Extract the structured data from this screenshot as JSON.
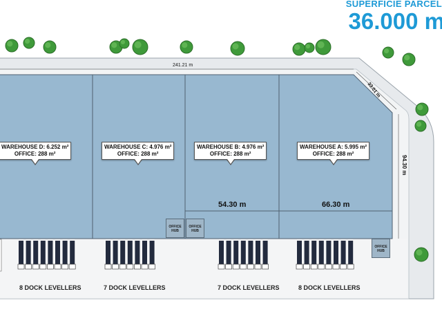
{
  "site_area": {
    "title": "SUPERFICIE PARCEL",
    "value": "36.000 m"
  },
  "dimensions": {
    "top_length": "241.21 m",
    "corner_length": "33.01 m",
    "side_length": "94.30 m",
    "inner_length_b": "54.30 m",
    "inner_length_a": "66.30 m"
  },
  "warehouses": [
    {
      "name_line": "WAREHOUSE D: 6.252 m²",
      "office_line": "OFFICE: 288 m²"
    },
    {
      "name_line": "WAREHOUSE C: 4.976 m²",
      "office_line": "OFFICE: 288 m²"
    },
    {
      "name_line": "WAREHOUSE B: 4.976 m²",
      "office_line": "OFFICE: 288 m²"
    },
    {
      "name_line": "WAREHOUSE A: 5.995 m²",
      "office_line": "OFFICE: 288 m²"
    }
  ],
  "office_hubs": [
    "OFFICE HUB",
    "OFFICE HUB",
    "OFFICE HUB"
  ],
  "dock_groups": [
    {
      "label": "8 DOCK LEVELLERS",
      "count": 8
    },
    {
      "label": "7 DOCK LEVELLERS",
      "count": 7
    },
    {
      "label": "7 DOCK LEVELLERS",
      "count": 7
    },
    {
      "label": "8 DOCK LEVELLERS",
      "count": 8
    }
  ],
  "colors": {
    "building": "#98b8d0",
    "road": "#e9ecef",
    "tree": "#3f9a3a",
    "accent": "#1e9ad6",
    "dock": "#232b3e"
  }
}
